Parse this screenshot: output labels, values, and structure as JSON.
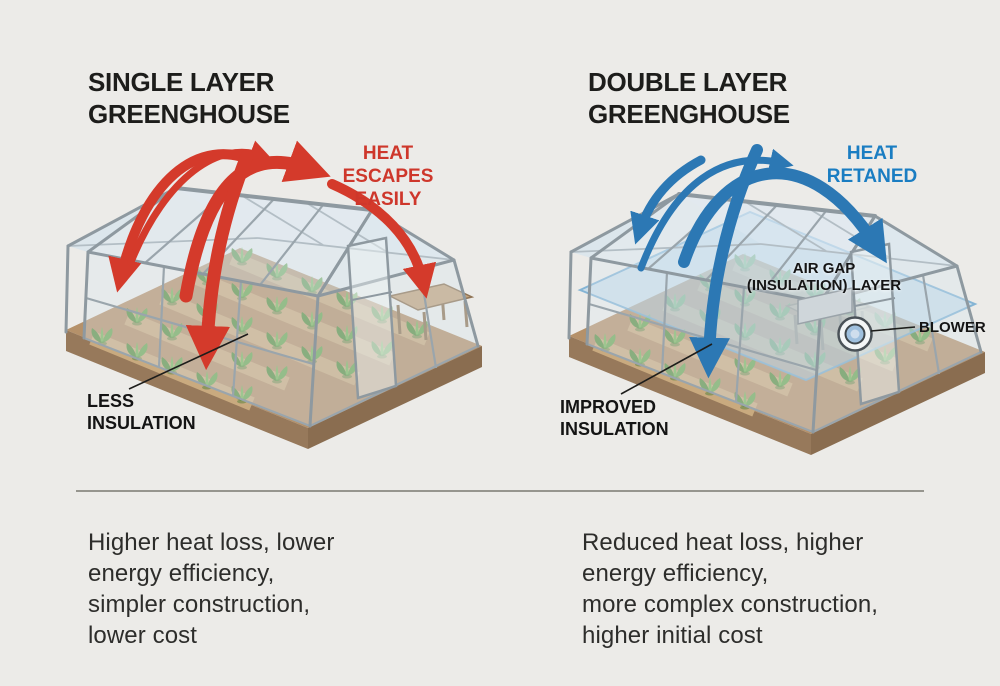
{
  "left": {
    "title_line1": "SINGLE LAYER",
    "title_line2": "GREENGHOUSE",
    "annotation_line1": "HEAT ESCAPES",
    "annotation_line2": "EASILY",
    "label_line1": "LESS",
    "label_line2": "INSULATION",
    "description_lines": [
      "Higher heat loss, lower",
      "energy efficiency,",
      "simpler construction,",
      "lower cost"
    ]
  },
  "right": {
    "title_line1": "DOUBLE LAYER",
    "title_line2": "GREENGHOUSE",
    "annotation_line1": "HEAT",
    "annotation_line2": "RETANED",
    "label_line1": "IMPROVED",
    "label_line2": "INSULATION",
    "air_gap_line1": "AIR GAP",
    "air_gap_line2": "(INSULATION) LAYER",
    "blower_label": "BLOWER",
    "description_lines": [
      "Reduced heat loss, higher",
      "energy efficiency,",
      "more complex construction,",
      "higher initial cost"
    ]
  },
  "colors": {
    "background": "#ecebe8",
    "heat_escape_red": "#ce372b",
    "heat_retained_blue": "#1a7dc2",
    "arrow_red": "#d43a2b",
    "arrow_blue": "#2c78b4",
    "divider_gray": "#96958e"
  }
}
